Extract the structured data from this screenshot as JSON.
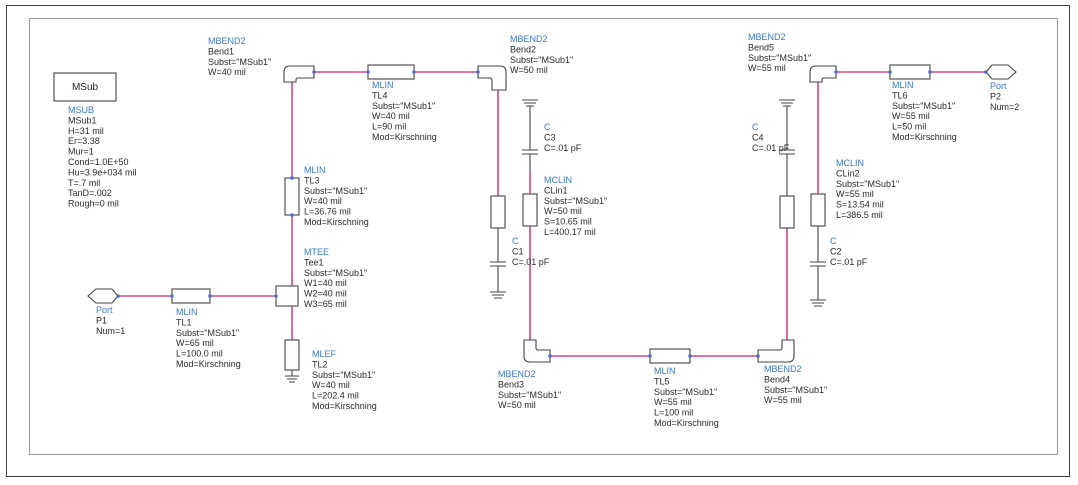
{
  "msub_box": {
    "label": "MSub"
  },
  "components": [
    {
      "id": "msub",
      "lines": [
        "MSUB",
        "MSub1",
        "H=31 mil",
        "Er=3.38",
        "Mur=1",
        "Cond=1.0E+50",
        "Hu=3.9e+034 mil",
        "T=.7 mil",
        "TanD=.002",
        "Rough=0 mil"
      ]
    },
    {
      "id": "bend1",
      "lines": [
        "MBEND2",
        "Bend1",
        "Subst=\"MSub1\"",
        "W=40 mil"
      ]
    },
    {
      "id": "tl4",
      "lines": [
        "MLIN",
        "TL4",
        "Subst=\"MSub1\"",
        "W=40 mil",
        "L=90 mil",
        "Mod=Kirschning"
      ]
    },
    {
      "id": "bend2",
      "lines": [
        "MBEND2",
        "Bend2",
        "Subst=\"MSub1\"",
        "W=50 mil"
      ]
    },
    {
      "id": "tl3",
      "lines": [
        "MLIN",
        "TL3",
        "Subst=\"MSub1\"",
        "W=40 mil",
        "L=36.76 mil",
        "Mod=Kirschning"
      ]
    },
    {
      "id": "tee1",
      "lines": [
        "MTEE",
        "Tee1",
        "Subst=\"MSub1\"",
        "W1=40 mil",
        "W2=40 mil",
        "W3=65 mil"
      ]
    },
    {
      "id": "p1",
      "lines": [
        "Port",
        "P1",
        "Num=1"
      ]
    },
    {
      "id": "tl1",
      "lines": [
        "MLIN",
        "TL1",
        "Subst=\"MSub1\"",
        "W=65 mil",
        "L=100.0 mil",
        "Mod=Kirschning"
      ]
    },
    {
      "id": "tl2",
      "lines": [
        "MLEF",
        "TL2",
        "Subst=\"MSub1\"",
        "W=40 mil",
        "L=202.4 mil",
        "Mod=Kirschning"
      ]
    },
    {
      "id": "c3",
      "lines": [
        "C",
        "C3",
        "C=.01 pF"
      ]
    },
    {
      "id": "clin1",
      "lines": [
        "MCLIN",
        "CLin1",
        "Subst=\"MSub1\"",
        "W=50 mil",
        "S=10.65 mil",
        "L=400.17 mil"
      ]
    },
    {
      "id": "c1",
      "lines": [
        "C",
        "C1",
        "C=.01 pF"
      ]
    },
    {
      "id": "bend3",
      "lines": [
        "MBEND2",
        "Bend3",
        "Subst=\"MSub1\"",
        "W=50 mil"
      ]
    },
    {
      "id": "tl5",
      "lines": [
        "MLIN",
        "TL5",
        "Subst=\"MSub1\"",
        "W=55 mil",
        "L=100 mil",
        "Mod=Kirschning"
      ]
    },
    {
      "id": "bend4",
      "lines": [
        "MBEND2",
        "Bend4",
        "Subst=\"MSub1\"",
        "W=55 mil"
      ]
    },
    {
      "id": "bend5",
      "lines": [
        "MBEND2",
        "Bend5",
        "Subst=\"MSub1\"",
        "W=55 mil"
      ]
    },
    {
      "id": "c4",
      "lines": [
        "C",
        "C4",
        "C=.01 pF"
      ]
    },
    {
      "id": "clin2",
      "lines": [
        "MCLIN",
        "CLin2",
        "Subst=\"MSub1\"",
        "W=55 mil",
        "S=13.54 mil",
        "L=386.5 mil"
      ]
    },
    {
      "id": "c2",
      "lines": [
        "C",
        "C2",
        "C=.01 pF"
      ]
    },
    {
      "id": "tl6",
      "lines": [
        "MLIN",
        "TL6",
        "Subst=\"MSub1\"",
        "W=55 mil",
        "L=50 mil",
        "Mod=Kirschning"
      ]
    },
    {
      "id": "p2",
      "lines": [
        "Port",
        "P2",
        "Num=2"
      ]
    }
  ],
  "colors": {
    "wire": "#d9468a",
    "component": "#444444",
    "header": "#3a78c8",
    "text": "#2a2a2a",
    "node": "#4a6fd0"
  }
}
